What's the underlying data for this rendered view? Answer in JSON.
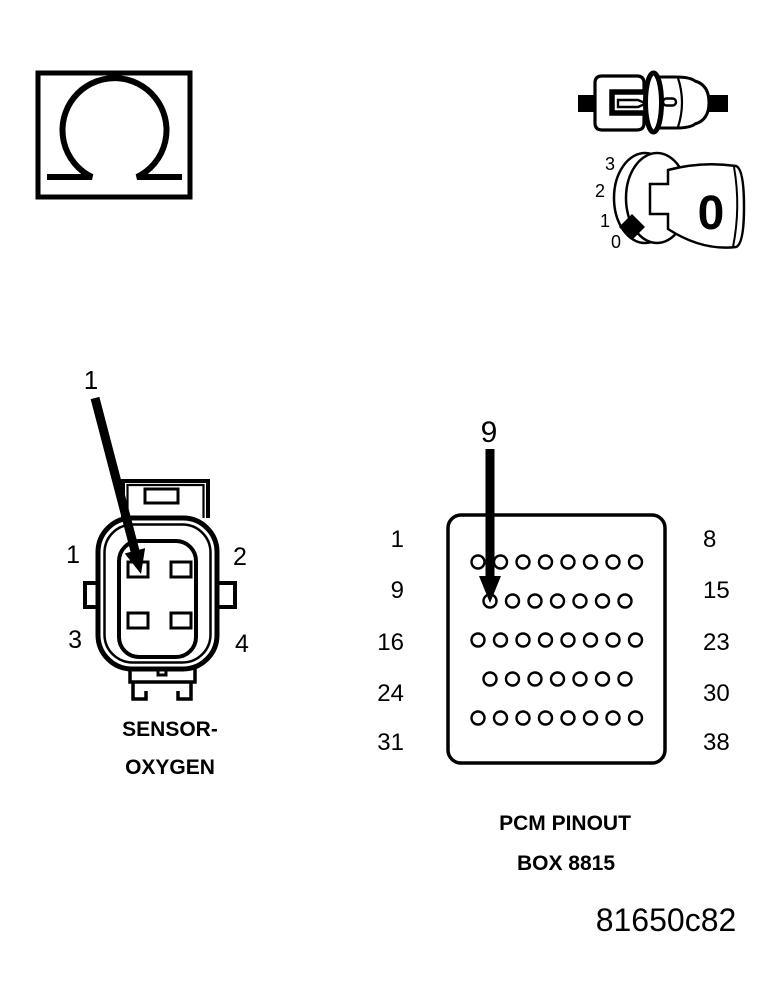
{
  "figure_id": "81650c82",
  "colors": {
    "ink": "#000000",
    "paper": "#ffffff"
  },
  "ohmmeter_icon": {
    "meaning": "ohmmeter-symbol"
  },
  "disconnect_icon": {
    "meaning": "connectors-disconnected"
  },
  "dial_icon": {
    "scale_labels": [
      "3",
      "2",
      "1",
      "0"
    ],
    "reading": "0"
  },
  "oxygen_connector": {
    "callout": "1",
    "pin_labels": {
      "top_left": "1",
      "top_right": "2",
      "bottom_left": "3",
      "bottom_right": "4"
    },
    "caption": [
      "SENSOR-",
      "OXYGEN"
    ]
  },
  "pcm": {
    "callout": "9",
    "row_left_labels": [
      "1",
      "9",
      "16",
      "24",
      "31"
    ],
    "row_right_labels": [
      "8",
      "15",
      "23",
      "30",
      "38"
    ],
    "pin_rows": [
      8,
      7,
      8,
      7,
      8
    ],
    "caption": [
      "PCM PINOUT",
      "BOX 8815"
    ]
  }
}
